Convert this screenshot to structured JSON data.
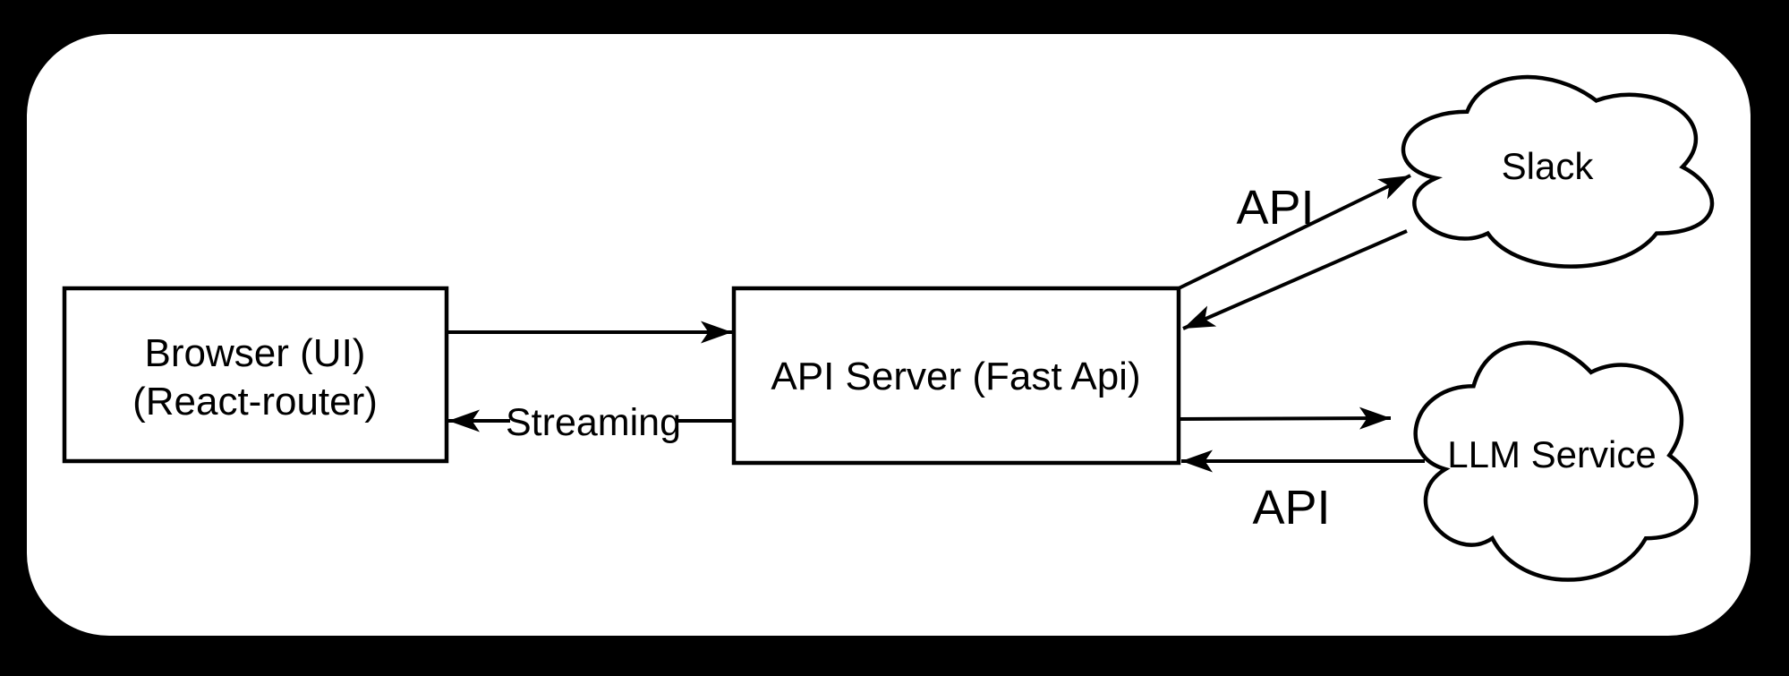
{
  "diagram": {
    "colors": {
      "background": "#000000",
      "panel": "#ffffff",
      "stroke": "#000000",
      "text": "#000000"
    },
    "nodes": {
      "browser": {
        "line1": "Browser (UI)",
        "line2": "(React-router)"
      },
      "api_server": {
        "label": "API Server (Fast Api)"
      },
      "slack": {
        "label": "Slack"
      },
      "llm_service": {
        "label": "LLM Service"
      }
    },
    "edge_labels": {
      "streaming": "Streaming",
      "slack_api": "API",
      "llm_api": "API"
    }
  }
}
